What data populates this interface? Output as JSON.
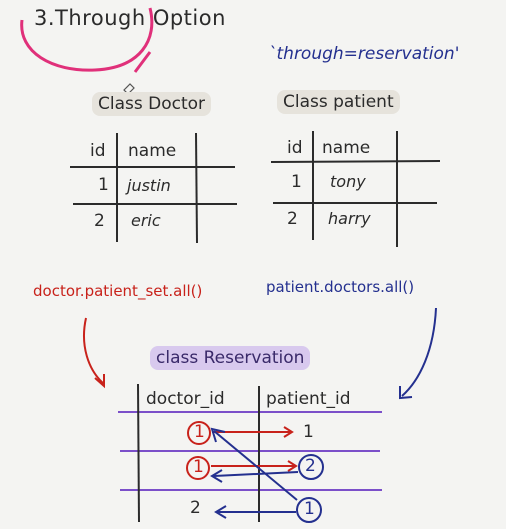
{
  "title": "3.Through Option",
  "subtitle": "`through=reservation'",
  "doctor_table": {
    "label": "Class Doctor",
    "headers": [
      "id",
      "name"
    ],
    "rows": [
      [
        "1",
        "justin"
      ],
      [
        "2",
        "eric"
      ]
    ]
  },
  "patient_table": {
    "label": "Class patient",
    "headers": [
      "id",
      "name"
    ],
    "rows": [
      [
        "1",
        "tony"
      ],
      [
        "2",
        "harry"
      ]
    ]
  },
  "doctor_call": "doctor.patient_set.all()",
  "patient_call": "patient.doctors.all()",
  "reservation_table": {
    "label": "class Reservation",
    "headers": [
      "doctor_id",
      "patient_id"
    ],
    "rows": [
      [
        "1",
        "1"
      ],
      [
        "1",
        "2"
      ],
      [
        "2",
        "1"
      ]
    ]
  },
  "colors": {
    "ink": "#2b2b2b",
    "red": "#c8221b",
    "blue": "#24308f",
    "purple": "#7b4fc9",
    "pink": "#e0307a",
    "highlight_gray": "#e6e3dc",
    "highlight_purple": "#d8c9ee"
  }
}
